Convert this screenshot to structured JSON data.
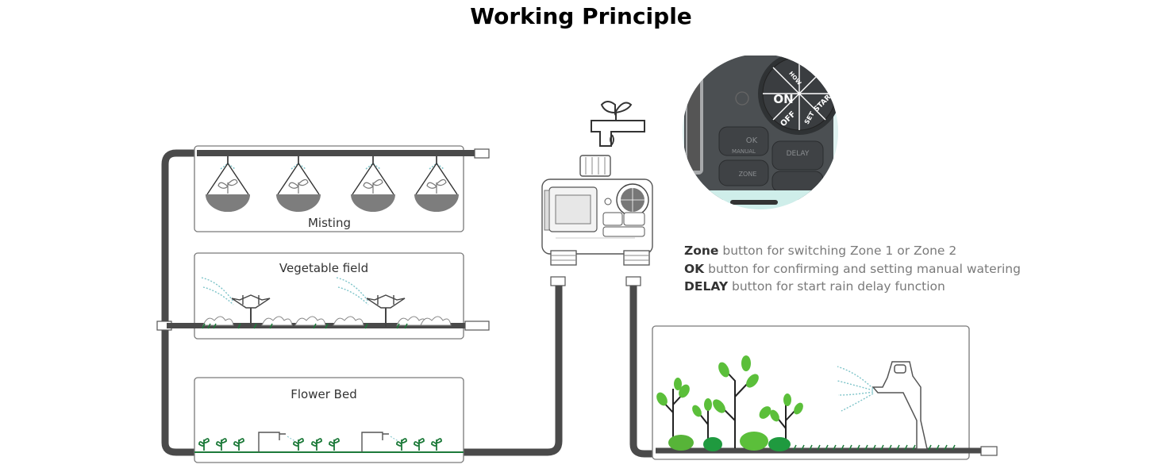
{
  "title": "Working Principle",
  "zones": {
    "misting": "Misting",
    "vegetable": "Vegetable field",
    "flower": "Flower Bed"
  },
  "legend": [
    {
      "key": "Zone",
      "text": " button for switching Zone 1 or Zone 2"
    },
    {
      "key": "OK",
      "text": " button for confirming and setting manual watering"
    },
    {
      "key": "DELAY",
      "text": " button for start rain delay function"
    }
  ],
  "device": {
    "dial_on": "ON",
    "dial_off": "OFF",
    "dial_how": "HOW",
    "dial_start": "START",
    "dial_set": "SET",
    "ok_label": "OK",
    "manual_label": "MANUAL",
    "delay_label": "DELAY",
    "zone_label": "ZONE"
  }
}
